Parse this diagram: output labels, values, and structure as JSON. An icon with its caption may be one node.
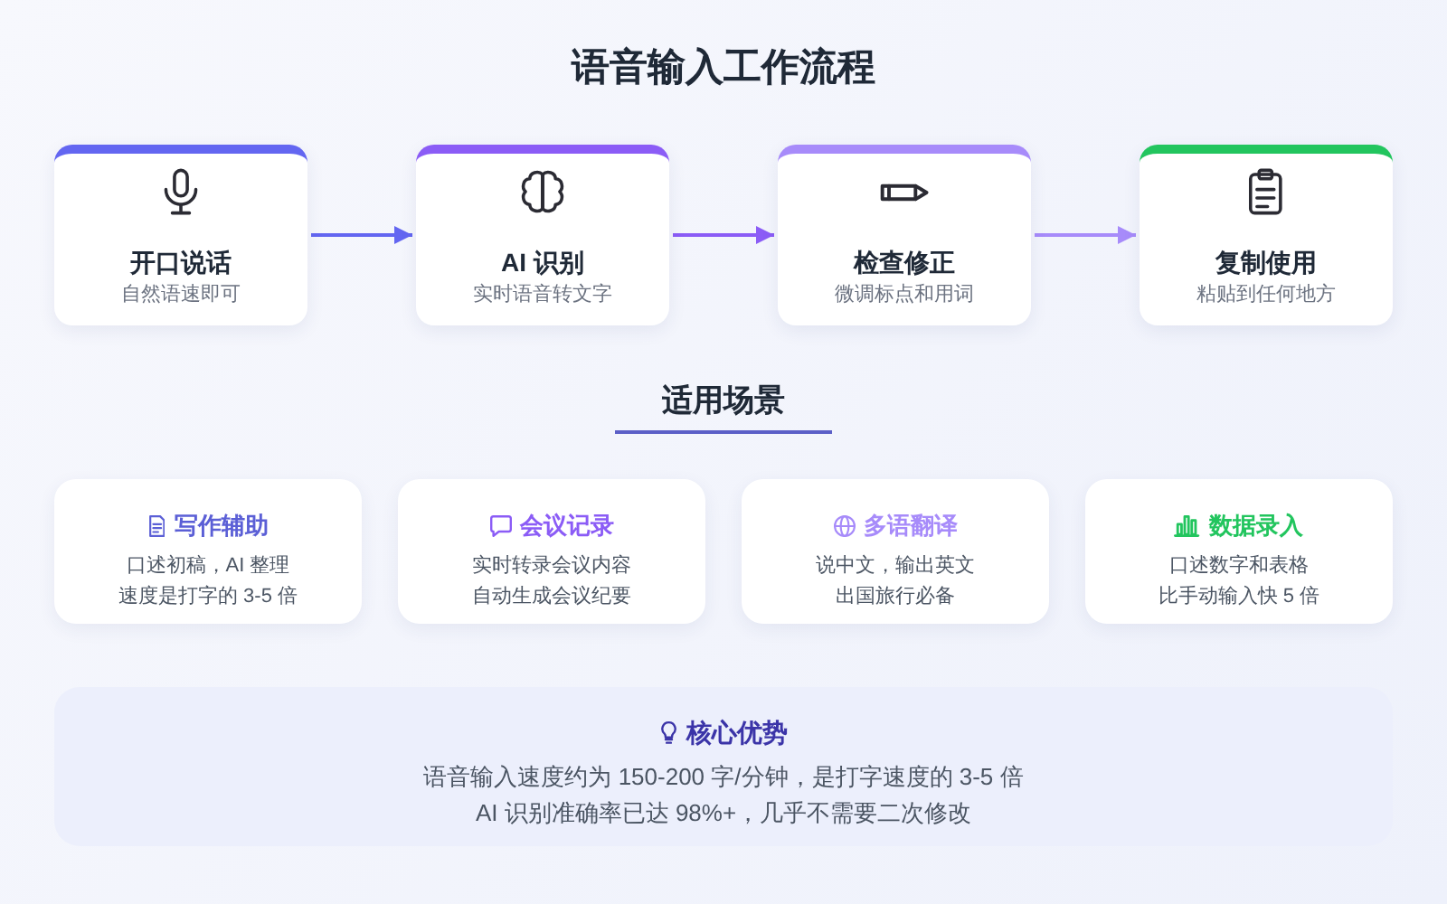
{
  "diagram": {
    "title": "语音输入工作流程",
    "nodes": [
      {
        "text": [
          "开口说话",
          "自然语速即可"
        ]
      },
      {
        "text": [
          "AI 识别",
          "实时语音转文字"
        ]
      },
      {
        "text": [
          "检查修正",
          "微调标点和用词"
        ]
      },
      {
        "text": [
          "复制使用",
          "粘贴到任何地方"
        ]
      },
      {
        "text": [
          "写作辅助",
          "口述初稿，AI 整理",
          "速度是打字的 3-5 倍"
        ]
      },
      {
        "text": [
          "会议记录",
          "实时转录会议内容",
          "自动生成会议纪要"
        ]
      },
      {
        "text": [
          "多语翻译",
          "说中文，输出英文",
          "出国旅行必备"
        ]
      },
      {
        "text": [
          "数据录入",
          "口述数字和表格",
          "比手动输入快 5 倍"
        ]
      },
      {
        "text": [
          "核心优势",
          "语音输入速度约为 150-200 字/分钟，是打字速度的 3-5 倍",
          "AI 识别准确率已达 98%+，几乎不需要二次修改"
        ]
      }
    ],
    "edges": [
      {
        "from": 0,
        "to": 1,
        "arrow": "to",
        "color": "#6366f1"
      },
      {
        "from": 1,
        "to": 2,
        "arrow": "to",
        "color": "#8b5cf6"
      },
      {
        "from": 2,
        "to": 3,
        "arrow": "to",
        "color": "#a78bfa"
      }
    ],
    "labels": [
      "适用场景"
    ]
  }
}
